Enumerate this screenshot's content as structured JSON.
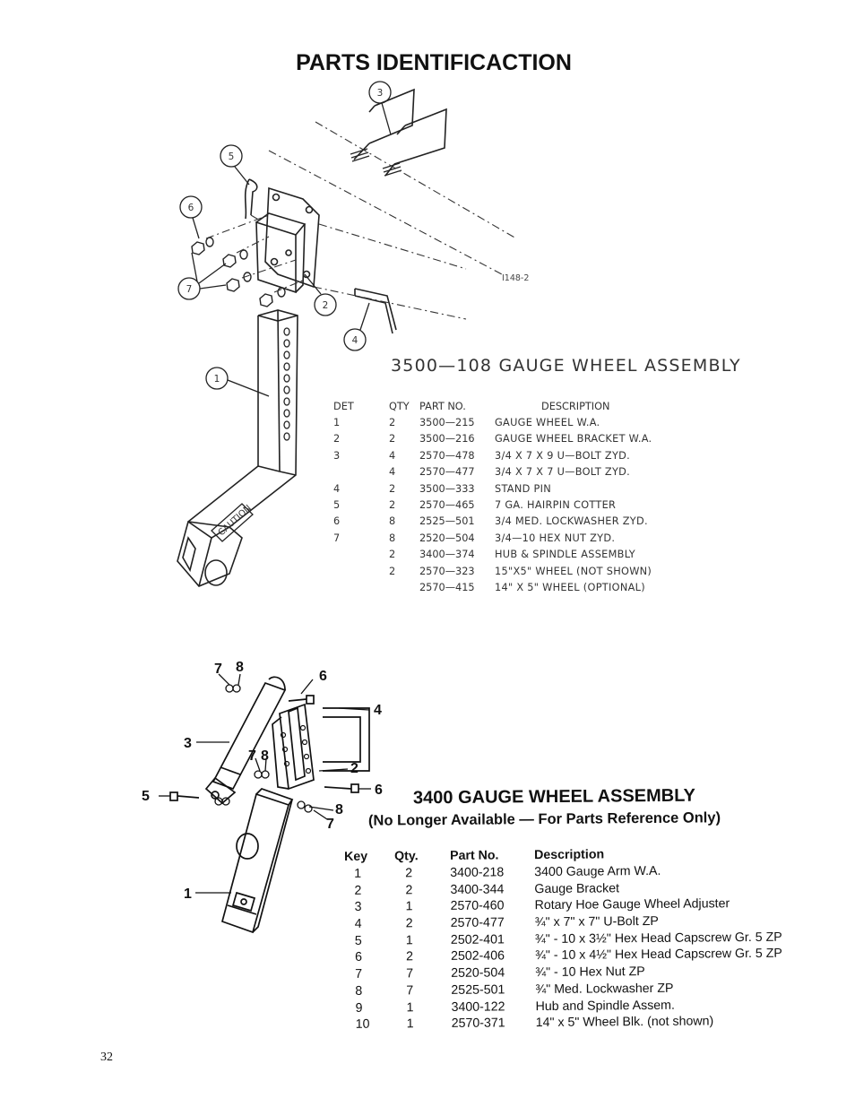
{
  "page": {
    "title": "PARTS IDENTIFICACTION",
    "number": "32"
  },
  "assembly1": {
    "drawing_code": "I148-2",
    "title": "3500—108 GAUGE WHEEL ASSEMBLY",
    "callouts": [
      "1",
      "2",
      "3",
      "4",
      "5",
      "6",
      "7"
    ],
    "decal_text": "CAUTION",
    "headers": {
      "det": "DET",
      "qty": "QTY",
      "part": "PART NO.",
      "desc": "DESCRIPTION"
    },
    "rows": [
      {
        "det": "1",
        "qty": "2",
        "part": "3500—215",
        "desc": "GAUGE WHEEL W.A."
      },
      {
        "det": "2",
        "qty": "2",
        "part": "3500—216",
        "desc": "GAUGE WHEEL BRACKET W.A."
      },
      {
        "det": "3",
        "qty": "4",
        "part": "2570—478",
        "desc": "3/4 X 7 X 9 U—BOLT ZYD."
      },
      {
        "det": "",
        "qty": "4",
        "part": "2570—477",
        "desc": "3/4 X 7 X 7 U—BOLT ZYD."
      },
      {
        "det": "4",
        "qty": "2",
        "part": "3500—333",
        "desc": "STAND PIN"
      },
      {
        "det": "5",
        "qty": "2",
        "part": "2570—465",
        "desc": "7 GA. HAIRPIN COTTER"
      },
      {
        "det": "6",
        "qty": "8",
        "part": "2525—501",
        "desc": "3/4 MED. LOCKWASHER ZYD."
      },
      {
        "det": "7",
        "qty": "8",
        "part": "2520—504",
        "desc": "3/4—10 HEX NUT ZYD."
      },
      {
        "det": "",
        "qty": "2",
        "part": "3400—374",
        "desc": "HUB & SPINDLE ASSEMBLY"
      },
      {
        "det": "",
        "qty": "2",
        "part": "2570—323",
        "desc": "15\"X5\" WHEEL (NOT SHOWN)"
      },
      {
        "det": "",
        "qty": "",
        "part": "2570—415",
        "desc": "14\" X 5\" WHEEL (OPTIONAL)"
      }
    ]
  },
  "assembly2": {
    "title": "3400 GAUGE WHEEL ASSEMBLY",
    "subtitle": "(No Longer Available — For Parts Reference Only)",
    "callouts": [
      "1",
      "2",
      "3",
      "4",
      "5",
      "6",
      "6",
      "7",
      "8",
      "7",
      "8",
      "8",
      "7"
    ],
    "headers": {
      "key": "Key",
      "qty": "Qty.",
      "part": "Part No.",
      "desc": "Description"
    },
    "rows": [
      {
        "key": "1",
        "qty": "2",
        "part": "3400-218",
        "desc": "3400 Gauge Arm W.A."
      },
      {
        "key": "2",
        "qty": "2",
        "part": "3400-344",
        "desc": "Gauge Bracket"
      },
      {
        "key": "3",
        "qty": "1",
        "part": "2570-460",
        "desc": "Rotary Hoe Gauge Wheel Adjuster"
      },
      {
        "key": "4",
        "qty": "2",
        "part": "2570-477",
        "desc": "¾\" x 7\" x 7\" U-Bolt ZP"
      },
      {
        "key": "5",
        "qty": "1",
        "part": "2502-401",
        "desc": "¾\" - 10 x 3½\" Hex Head Capscrew Gr. 5 ZP"
      },
      {
        "key": "6",
        "qty": "2",
        "part": "2502-406",
        "desc": "¾\" - 10 x 4½\" Hex Head Capscrew Gr. 5 ZP"
      },
      {
        "key": "7",
        "qty": "7",
        "part": "2520-504",
        "desc": "¾\" - 10 Hex Nut ZP"
      },
      {
        "key": "8",
        "qty": "7",
        "part": "2525-501",
        "desc": "¾\" Med. Lockwasher ZP"
      },
      {
        "key": "9",
        "qty": "1",
        "part": "3400-122",
        "desc": "Hub and Spindle Assem."
      },
      {
        "key": "10",
        "qty": "1",
        "part": "2570-371",
        "desc": "14\" x 5\" Wheel Blk. (not shown)"
      }
    ]
  }
}
